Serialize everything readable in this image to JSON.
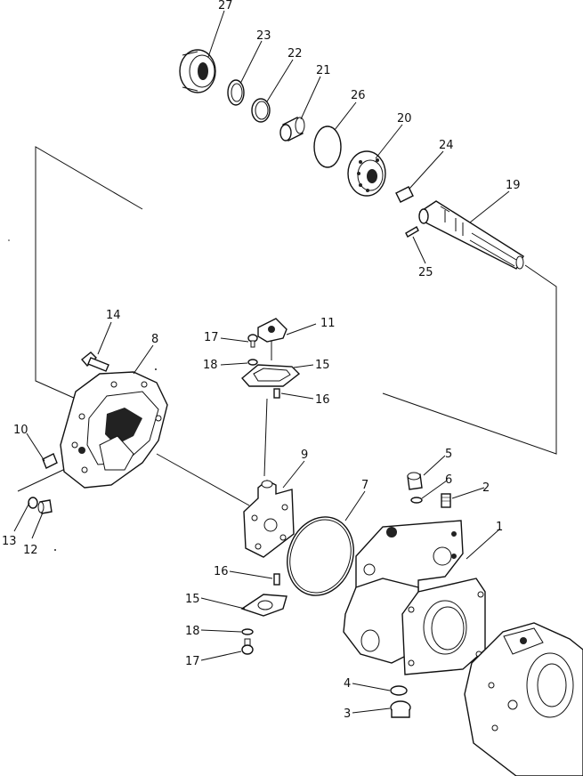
{
  "diagram": {
    "type": "exploded-parts-view",
    "callouts": [
      {
        "id": "c1",
        "label": "1"
      },
      {
        "id": "c2",
        "label": "2"
      },
      {
        "id": "c3",
        "label": "3"
      },
      {
        "id": "c4",
        "label": "4"
      },
      {
        "id": "c5",
        "label": "5"
      },
      {
        "id": "c6",
        "label": "6"
      },
      {
        "id": "c7",
        "label": "7"
      },
      {
        "id": "c8",
        "label": "8"
      },
      {
        "id": "c9",
        "label": "9"
      },
      {
        "id": "c10",
        "label": "10"
      },
      {
        "id": "c11",
        "label": "11"
      },
      {
        "id": "c12",
        "label": "12"
      },
      {
        "id": "c13",
        "label": "13"
      },
      {
        "id": "c14",
        "label": "14"
      },
      {
        "id": "c15a",
        "label": "15"
      },
      {
        "id": "c15b",
        "label": "15"
      },
      {
        "id": "c16a",
        "label": "16"
      },
      {
        "id": "c16b",
        "label": "16"
      },
      {
        "id": "c17a",
        "label": "17"
      },
      {
        "id": "c17b",
        "label": "17"
      },
      {
        "id": "c18a",
        "label": "18"
      },
      {
        "id": "c18b",
        "label": "18"
      },
      {
        "id": "c19",
        "label": "19"
      },
      {
        "id": "c20",
        "label": "20"
      },
      {
        "id": "c21",
        "label": "21"
      },
      {
        "id": "c22",
        "label": "22"
      },
      {
        "id": "c23",
        "label": "23"
      },
      {
        "id": "c24",
        "label": "24"
      },
      {
        "id": "c25",
        "label": "25"
      },
      {
        "id": "c26",
        "label": "26"
      },
      {
        "id": "c27",
        "label": "27"
      }
    ]
  }
}
